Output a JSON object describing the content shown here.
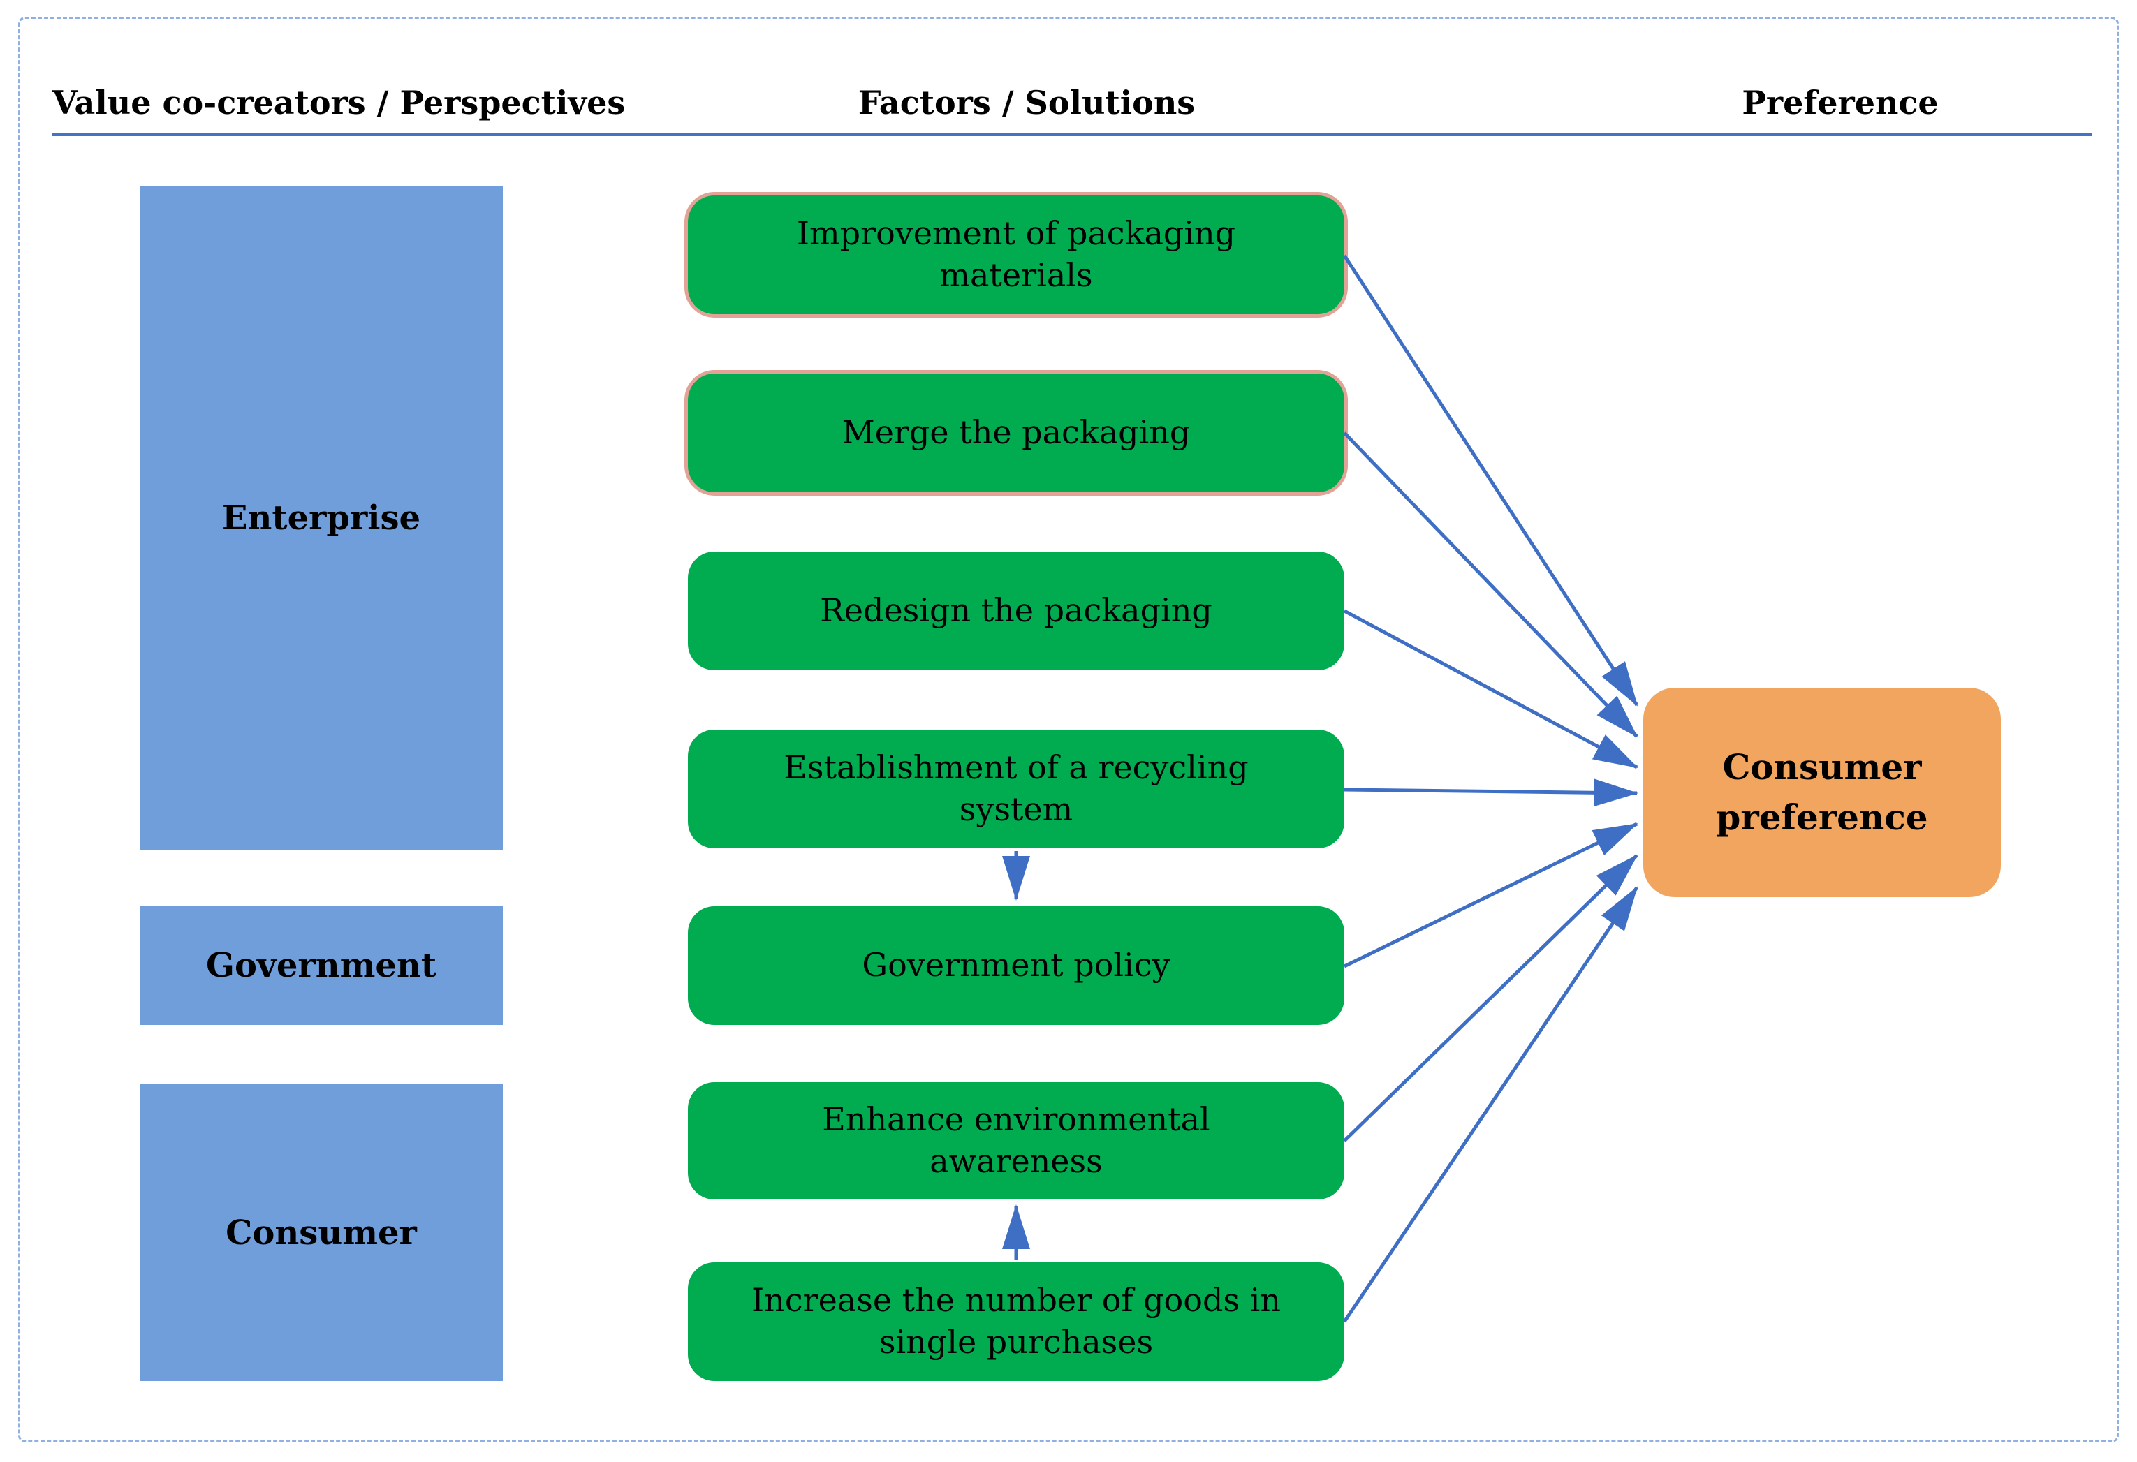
{
  "header": {
    "perspectives": "Value co-creators / Perspectives",
    "factors": "Factors / Solutions",
    "preference": "Preference"
  },
  "perspectives": [
    {
      "label": "Enterprise"
    },
    {
      "label": "Government"
    },
    {
      "label": "Consumer"
    }
  ],
  "factors": [
    {
      "text": "Improvement of packaging\nmaterials",
      "outlined": true
    },
    {
      "text": "Merge the packaging",
      "outlined": true
    },
    {
      "text": "Redesign the packaging",
      "outlined": false
    },
    {
      "text": "Establishment of a recycling\nsystem",
      "outlined": false
    },
    {
      "text": "Government policy",
      "outlined": false
    },
    {
      "text": "Enhance environmental\nawareness",
      "outlined": false
    },
    {
      "text": "Increase the number of goods in\nsingle purchases",
      "outlined": false
    }
  ],
  "preference": {
    "label": "Consumer\npreference"
  },
  "connections": [
    {
      "from": "Improvement of packaging materials",
      "to": "Consumer preference"
    },
    {
      "from": "Merge the packaging",
      "to": "Consumer preference"
    },
    {
      "from": "Redesign the packaging",
      "to": "Consumer preference"
    },
    {
      "from": "Establishment of a recycling system",
      "to": "Consumer preference"
    },
    {
      "from": "Government policy",
      "to": "Consumer preference"
    },
    {
      "from": "Enhance environmental awareness",
      "to": "Consumer preference"
    },
    {
      "from": "Increase the number of goods in single purchases",
      "to": "Consumer preference"
    },
    {
      "from": "Establishment of a recycling system",
      "to": "Government policy"
    },
    {
      "from": "Increase the number of goods in single purchases",
      "to": "Enhance environmental awareness"
    }
  ],
  "colors": {
    "perspective_fill": "#709EDB",
    "factor_fill": "#01AC50",
    "factor_outline": "#E2A396",
    "preference_fill": "#F2A55F",
    "arrow": "#3E6FC4",
    "rule": "#4472C4",
    "page_border": "#8FB0E0"
  }
}
